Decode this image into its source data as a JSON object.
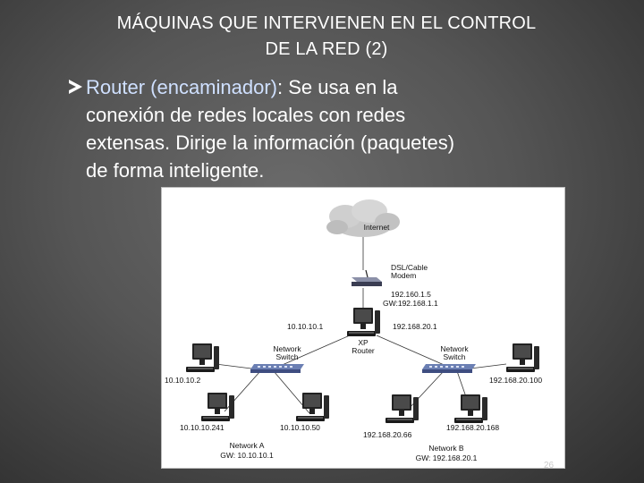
{
  "slide": {
    "title_line1": "MÁQUINAS QUE INTERVIENEN  EN EL CONTROL",
    "title_line2": "DE LA RED (2)",
    "bullet_term": "Router (encaminador)",
    "bullet_line1_rest": ": Se usa en la",
    "bullet_line2": "conexión de redes locales con redes",
    "bullet_line3": "extensas. Dirige la información (paquetes)",
    "bullet_line4": "de forma inteligente.",
    "page_number": "26",
    "term_color": "#cfe0ff"
  },
  "diagram": {
    "cloud_label": "Internet",
    "modem_label_1": "DSL/Cable",
    "modem_label_2": "Modem",
    "modem_ip": "192.160.1.5",
    "modem_gw": "GW:192.168.1.1",
    "router_ip_left": "10.10.10.1",
    "router_ip_right": "192.168.20.1",
    "router_label_1": "XP",
    "router_label_2": "Router",
    "switch_a_label_1": "Network",
    "switch_a_label_2": "Switch",
    "switch_b_label_1": "Network",
    "switch_b_label_2": "Switch",
    "pc_a1_ip": "10.10.10.2",
    "pc_a2_ip": "10.10.10.241",
    "pc_a3_ip": "10.10.10.50",
    "pc_b1_ip": "192.168.20.100",
    "pc_b2_ip": "192.168.20.66",
    "pc_b3_ip": "192.168.20.168",
    "network_a_name": "Network A",
    "network_a_gw": "GW: 10.10.10.1",
    "network_b_name": "Network B",
    "network_b_gw": "GW: 192.168.20.1"
  }
}
